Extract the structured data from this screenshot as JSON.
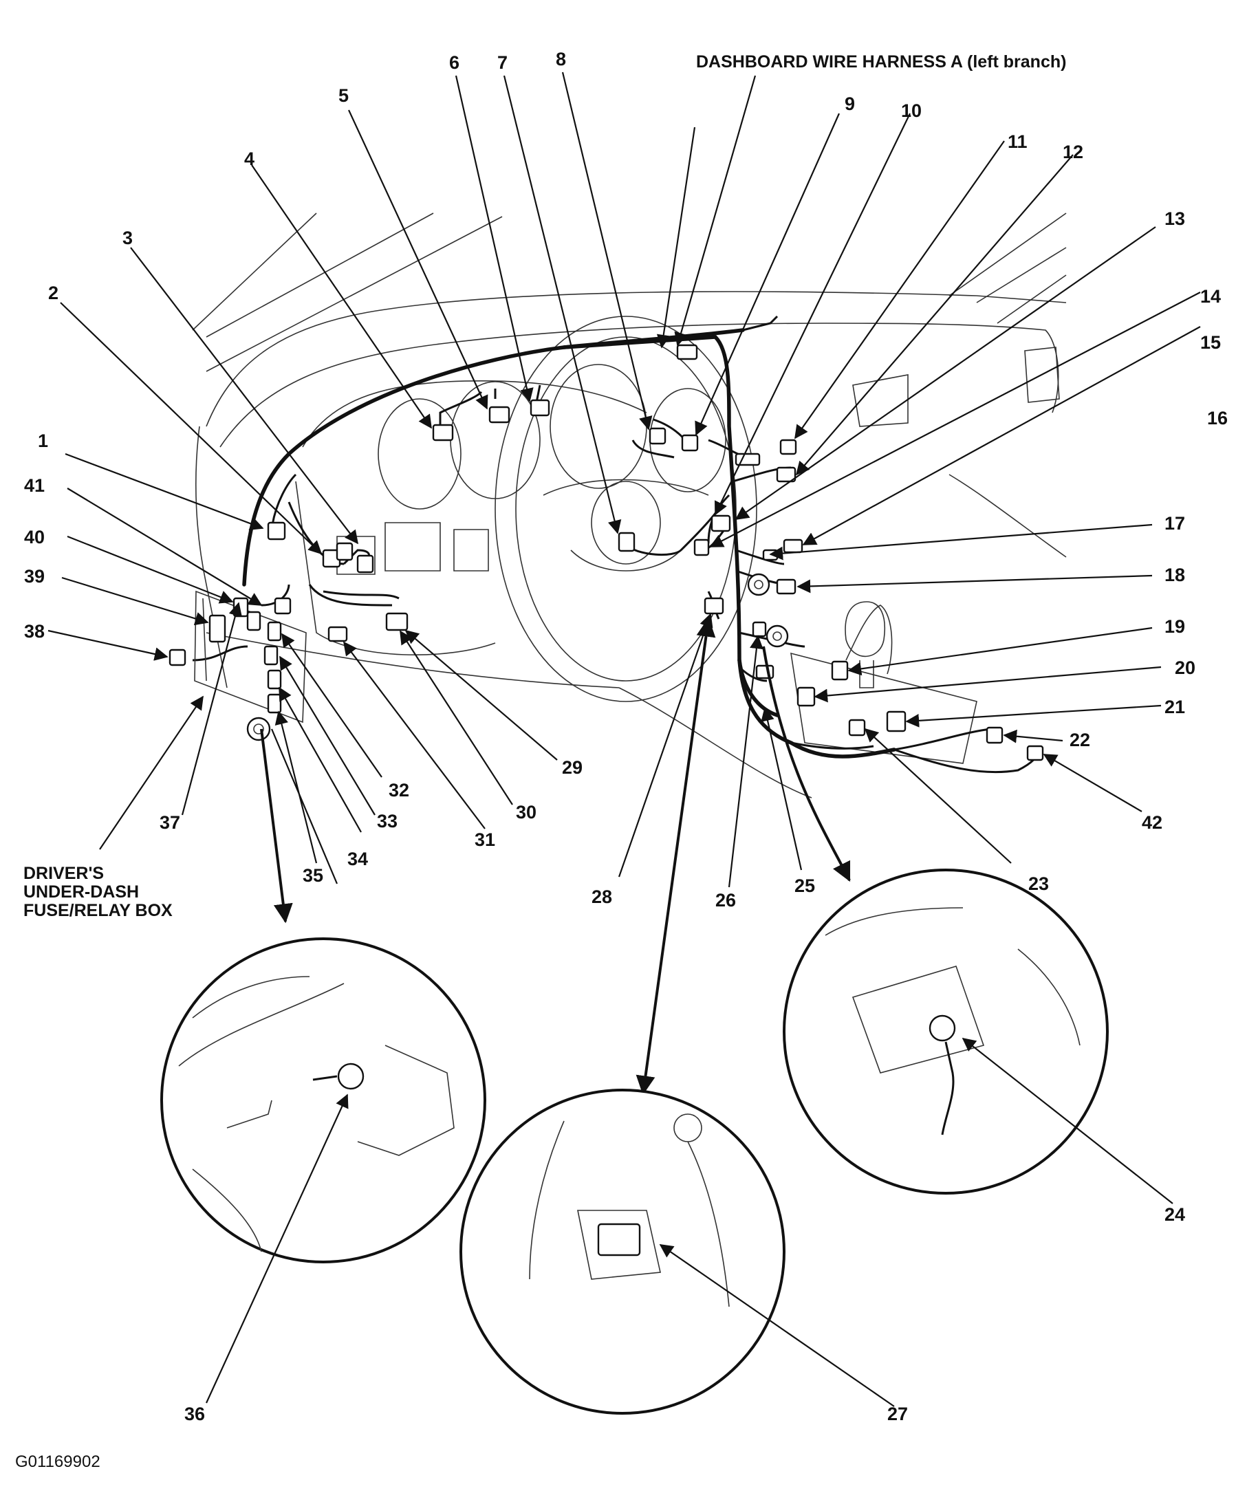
{
  "title": "DASHBOARD WIRE HARNESS A (left branch)",
  "box_label": {
    "line1": "DRIVER'S",
    "line2": "UNDER-DASH",
    "line3": "FUSE/RELAY BOX"
  },
  "figure_code": "G01169902",
  "callouts": [
    "1",
    "2",
    "3",
    "4",
    "5",
    "6",
    "7",
    "8",
    "9",
    "10",
    "11",
    "12",
    "13",
    "14",
    "15",
    "16",
    "17",
    "18",
    "19",
    "20",
    "21",
    "22",
    "23",
    "24",
    "25",
    "26",
    "27",
    "28",
    "29",
    "30",
    "31",
    "32",
    "33",
    "34",
    "35",
    "36",
    "37",
    "38",
    "39",
    "40",
    "41",
    "42"
  ]
}
